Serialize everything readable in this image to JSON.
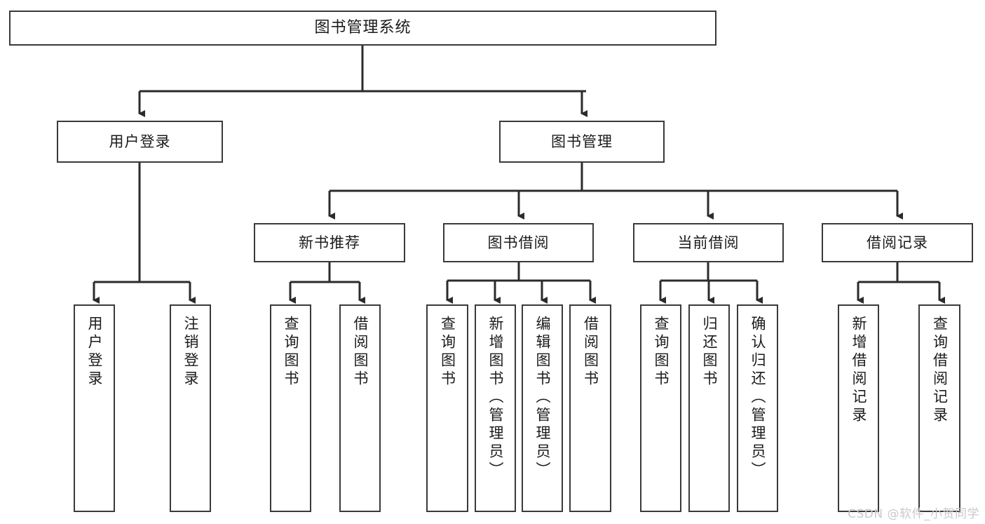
{
  "diagram": {
    "title": "图书管理系统",
    "type": "hierarchy-tree",
    "colors": {
      "box_border": "#3a3a3a",
      "box_fill": "#ffffff",
      "connector": "#2b2b2b",
      "text": "#1b1b1b",
      "watermark": "#c9c9c9"
    },
    "levels": {
      "root": {
        "label": "图书管理系统"
      },
      "level2": [
        {
          "label": "用户登录"
        },
        {
          "label": "图书管理"
        }
      ],
      "level3": [
        {
          "label": "新书推荐"
        },
        {
          "label": "图书借阅"
        },
        {
          "label": "当前借阅"
        },
        {
          "label": "借阅记录"
        }
      ],
      "leaves": [
        {
          "label": "用户登录",
          "parent": "用户登录"
        },
        {
          "label": "注销登录",
          "parent": "用户登录"
        },
        {
          "label": "查询图书",
          "parent": "新书推荐"
        },
        {
          "label": "借阅图书",
          "parent": "新书推荐"
        },
        {
          "label": "查询图书",
          "parent": "图书借阅"
        },
        {
          "label": "新增图书（管理员）",
          "parent": "图书借阅"
        },
        {
          "label": "编辑图书（管理员）",
          "parent": "图书借阅"
        },
        {
          "label": "借阅图书",
          "parent": "图书借阅"
        },
        {
          "label": "查询图书",
          "parent": "当前借阅"
        },
        {
          "label": "归还图书",
          "parent": "当前借阅"
        },
        {
          "label": "确认归还（管理员）",
          "parent": "当前借阅"
        },
        {
          "label": "新增借阅记录",
          "parent": "借阅记录"
        },
        {
          "label": "查询借阅记录",
          "parent": "借阅记录"
        }
      ]
    }
  },
  "watermark": {
    "text": "CSDN @软件_小贺同学"
  }
}
